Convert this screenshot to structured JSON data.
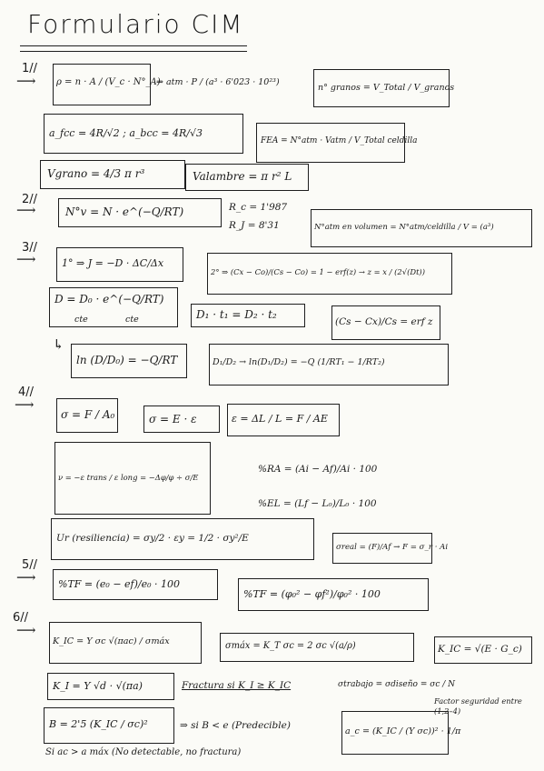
{
  "title": "Formulario CIM",
  "s1": {
    "num": "1//",
    "rho": "ρ = n · A / (V_c · N°_A)",
    "units": "⇒ atm · P / (a³ · 6'023 · 10²³)",
    "granos": "n° granos = V_Total / V_granos",
    "a_fcc": "a_fcc = 4R/√2 ;  a_bcc = 4R/√3",
    "fea": "FEA = N°atm · Vatm / V_Total celdilla",
    "vgrano": "Vgrano = 4/3 π r³",
    "valambre": "Valambre = π r² L"
  },
  "s2": {
    "num": "2//",
    "nv": "N°v = N · e^(−Q/RT)",
    "rc": "R_c = 1'987",
    "rj": "R_J = 8'31",
    "natm_vol": "N°atm en volumen = N°atm/celdilla / V = (a³)"
  },
  "s3": {
    "num": "3//",
    "fick1": "1° ⇒ J = −D · ΔC/Δx",
    "fick2": "2° ⇒ (Cx − Co)/(Cs − Co) = 1 − erf(z) → z = x / (2√(Dt))",
    "d_arr": "D = D₀ · e^(−Q/RT)",
    "cte1": "cte",
    "cte2": "cte",
    "dt": "D₁ · t₁ = D₂ · t₂",
    "erf": "(Cs − Cx)/Cs = erf z",
    "ln1": "ln (D/D₀) = −Q/RT",
    "ln2": "D₁/D₂ → ln(D₁/D₂) = −Q (1/RT₁ − 1/RT₂)"
  },
  "s4": {
    "num": "4//",
    "sigma": "σ = F / A₀",
    "hooke": "σ = E · ε",
    "eps": "ε = ΔL / L = F / AE",
    "poisson": "ν = −ε trans / ε long = −Δφ/φ ÷ σ/E",
    "ra": "%RA = (Ai − Af)/Ai · 100",
    "el": "%EL = (Lf − L₀)/L₀ · 100",
    "ur": "Ur (resiliencia) = σy/2 · εy = 1/2 · σy²/E",
    "sreal": "σreal = (F)/Af → F = σ_r · Ai"
  },
  "s5": {
    "num": "5//",
    "tf1": "%TF = (e₀ − ef)/e₀ · 100",
    "tf2": "%TF = (φ₀² − φf²)/φ₀² · 100"
  },
  "s6": {
    "num": "6//",
    "kic": "K_IC = Y σc √(πac) / σmáx",
    "smax": "σmáx = K_T σc = 2 σc √(a/ρ)",
    "kic2": "K_IC = √(E · G_c)",
    "ki": "K_I = Y √d · √(πa)",
    "fract": "Fractura si K_I ≥ K_IC",
    "trabajo": "σtrabajo = σdiseño = σc / N",
    "factor": "Factor seguridad entre (1,2–4)",
    "b": "B = 2'5 (K_IC / σc)²",
    "pred": "⇒ si B < e (Predecible)",
    "ac": "a_c = (K_IC / (Y σc))² · 1/π",
    "nota": "Si ac > a máx (No detectable, no fractura)"
  }
}
